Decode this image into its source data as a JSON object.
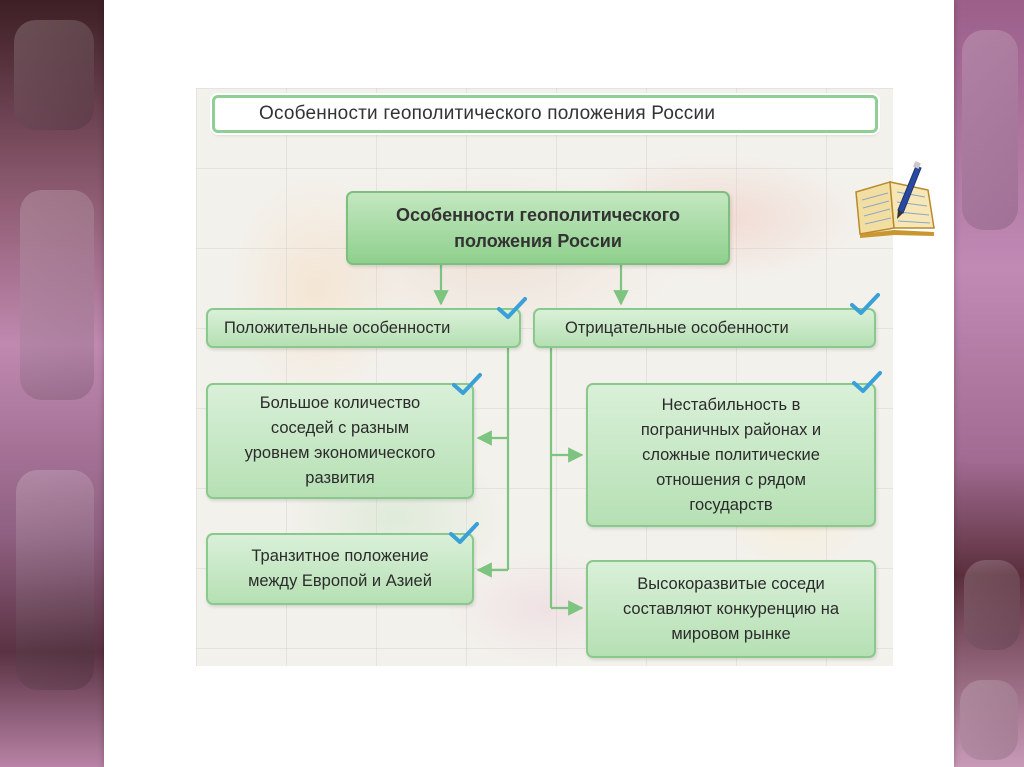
{
  "slide": {
    "title": "Особенности геополитического положения России"
  },
  "diagram": {
    "root": {
      "line1": "Особенности геополитического",
      "line2": "положения России"
    },
    "positive": {
      "label": "Положительные особенности",
      "items": [
        {
          "lines": [
            "Большое количество",
            "соседей с разным",
            "уровнем экономического",
            "развития"
          ]
        },
        {
          "lines": [
            "Транзитное положение",
            "между Европой и Азией"
          ]
        }
      ]
    },
    "negative": {
      "label": "Отрицательные особенности",
      "items": [
        {
          "lines": [
            "Нестабильность в",
            "пограничных районах и",
            "сложные политические",
            "отношения с рядом",
            "государств"
          ]
        },
        {
          "lines": [
            "Высокоразвитые соседи",
            "составляют конкуренцию на",
            "мировом рынке"
          ]
        }
      ]
    }
  },
  "colors": {
    "box_fill": "#b6e0b4",
    "box_border": "#89c98c",
    "connector": "#7cc47f",
    "check": "#3aa0d8"
  },
  "icons": {
    "checkmark": "check-icon",
    "book": "book-pen-icon"
  }
}
